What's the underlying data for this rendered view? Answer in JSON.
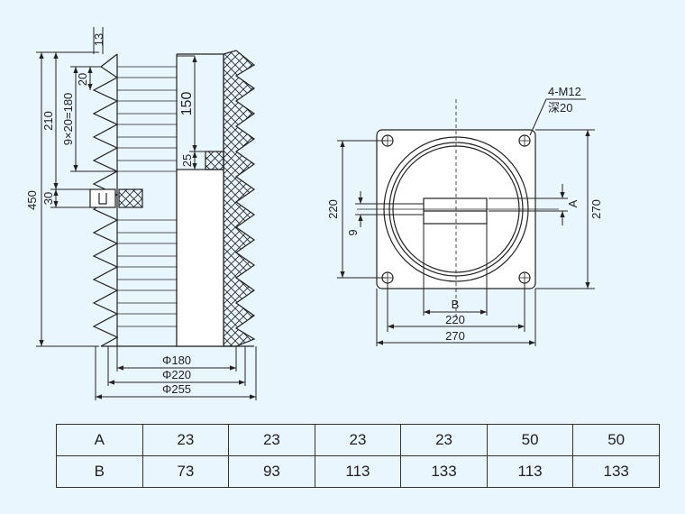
{
  "left_view": {
    "dims": {
      "d13": "13",
      "d20": "20",
      "d180": "9×20=180",
      "d210": "210",
      "d150": "150",
      "d25": "25",
      "d30": "30",
      "d450": "450",
      "phi180": "Φ180",
      "phi220": "Φ220",
      "phi255": "Φ255"
    }
  },
  "right_view": {
    "dims": {
      "hole_spec_1": "4-M12",
      "hole_spec_2": "深20",
      "d270v": "270",
      "d220v": "220",
      "d9": "9",
      "dA": "A",
      "dB": "B",
      "d220h": "220",
      "d270h": "270"
    }
  },
  "table": {
    "rows": [
      [
        "A",
        "23",
        "23",
        "23",
        "23",
        "50",
        "50"
      ],
      [
        "B",
        "73",
        "93",
        "113",
        "133",
        "113",
        "133"
      ]
    ]
  },
  "colors": {
    "background": "#eaf6fd",
    "line": "#222222",
    "body_fill": "#ffffff"
  }
}
